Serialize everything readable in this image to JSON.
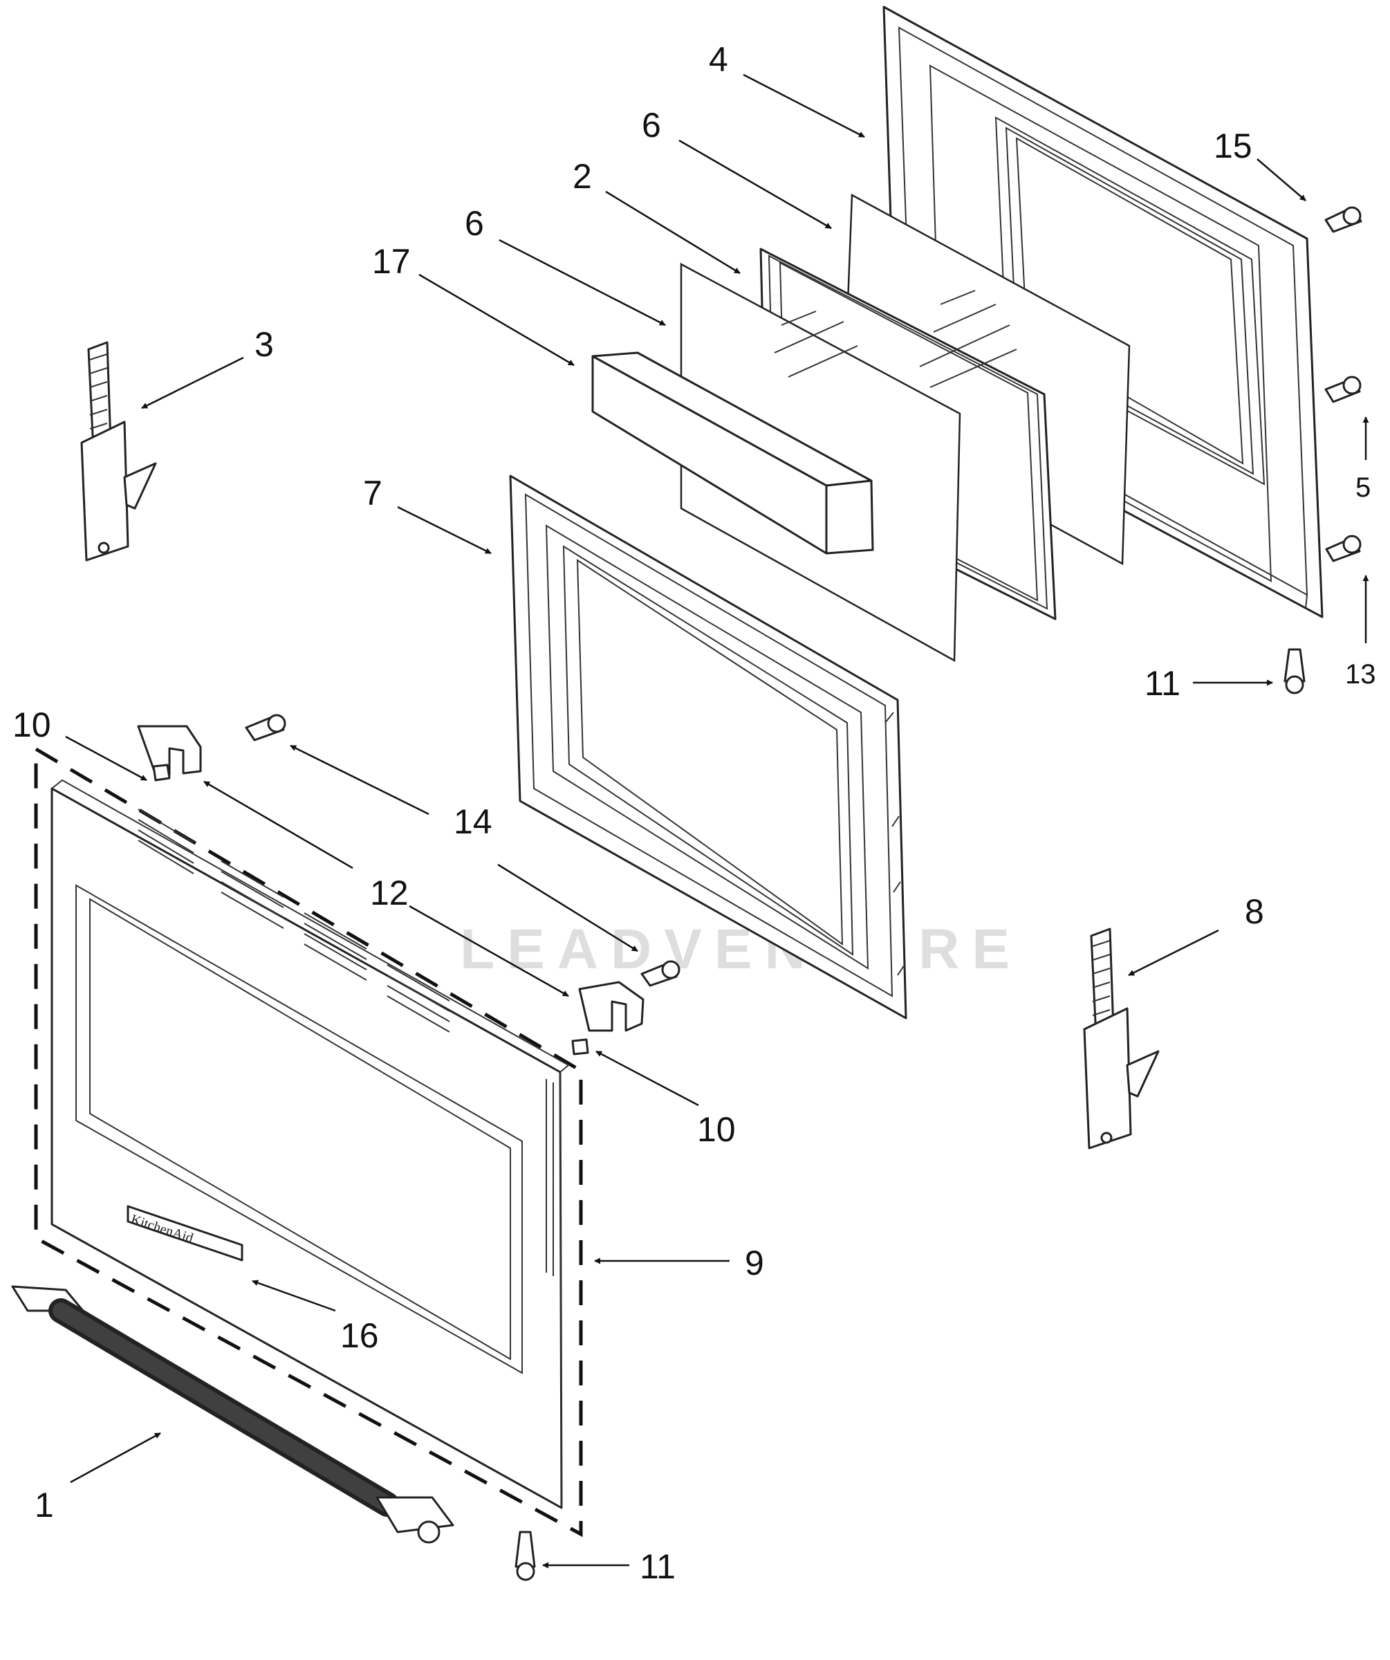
{
  "watermark": {
    "brand": "LEADVENTURE"
  },
  "nameplate": {
    "text": "KitchenAid"
  },
  "callouts": {
    "c4": "4",
    "c15": "15",
    "c6a": "6",
    "c2": "2",
    "c6b": "6",
    "c17": "17",
    "c3": "3",
    "c5": "5",
    "c7": "7",
    "c13": "13",
    "c11a": "11",
    "c10a": "10",
    "c14": "14",
    "c12": "12",
    "c8": "8",
    "c10b": "10",
    "c9": "9",
    "c16": "16",
    "c1": "1",
    "c11b": "11"
  },
  "parts": [
    {
      "number": "1",
      "component": "door-handle"
    },
    {
      "number": "2",
      "component": "glass-pack"
    },
    {
      "number": "3",
      "component": "hinge-left"
    },
    {
      "number": "4",
      "component": "inner-door-panel"
    },
    {
      "number": "5",
      "component": "screw"
    },
    {
      "number": "6",
      "component": "glass"
    },
    {
      "number": "7",
      "component": "door-frame"
    },
    {
      "number": "8",
      "component": "hinge-right"
    },
    {
      "number": "9",
      "component": "outer-door-assembly"
    },
    {
      "number": "10",
      "component": "spacer"
    },
    {
      "number": "11",
      "component": "screw"
    },
    {
      "number": "12",
      "component": "bracket"
    },
    {
      "number": "13",
      "component": "screw"
    },
    {
      "number": "14",
      "component": "screw"
    },
    {
      "number": "15",
      "component": "screw"
    },
    {
      "number": "16",
      "component": "nameplate"
    },
    {
      "number": "17",
      "component": "insulation"
    }
  ]
}
